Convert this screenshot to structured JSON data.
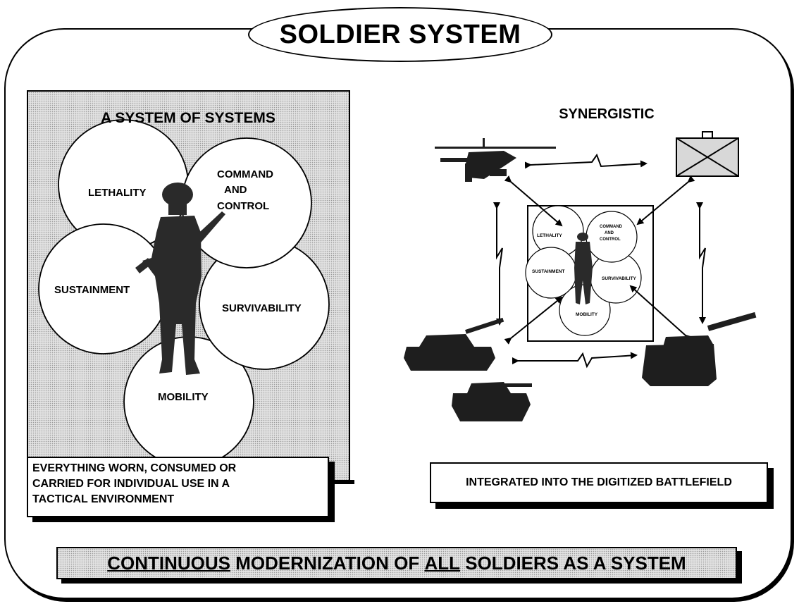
{
  "title": "SOLDIER SYSTEM",
  "left": {
    "heading": "A SYSTEM OF SYSTEMS",
    "circles": [
      "LETHALITY",
      "COMMAND",
      "AND",
      "CONTROL",
      "SUSTAINMENT",
      "SURVIVABILITY",
      "MOBILITY"
    ],
    "caption": [
      "EVERYTHING WORN, CONSUMED OR",
      "CARRIED  FOR INDIVIDUAL USE IN A",
      "TACTICAL ENVIRONMENT"
    ]
  },
  "right": {
    "heading": "SYNERGISTIC",
    "mini_circles": [
      "LETHALITY",
      "COMMAND",
      "AND",
      "CONTROL",
      "SUSTAINMENT",
      "SURVIVABILITY",
      "MOBILITY"
    ],
    "caption": "INTEGRATED INTO THE DIGITIZED BATTLEFIELD"
  },
  "bottom_banner": {
    "w1": "CONTINUOUS",
    "w2": "MODERNIZATION OF",
    "w3": "ALL",
    "w4": "SOLDIERS  AS A  SYSTEM"
  },
  "colors": {
    "panel_fill": "#e2e2e2",
    "ink": "#000000",
    "paper": "#ffffff"
  }
}
